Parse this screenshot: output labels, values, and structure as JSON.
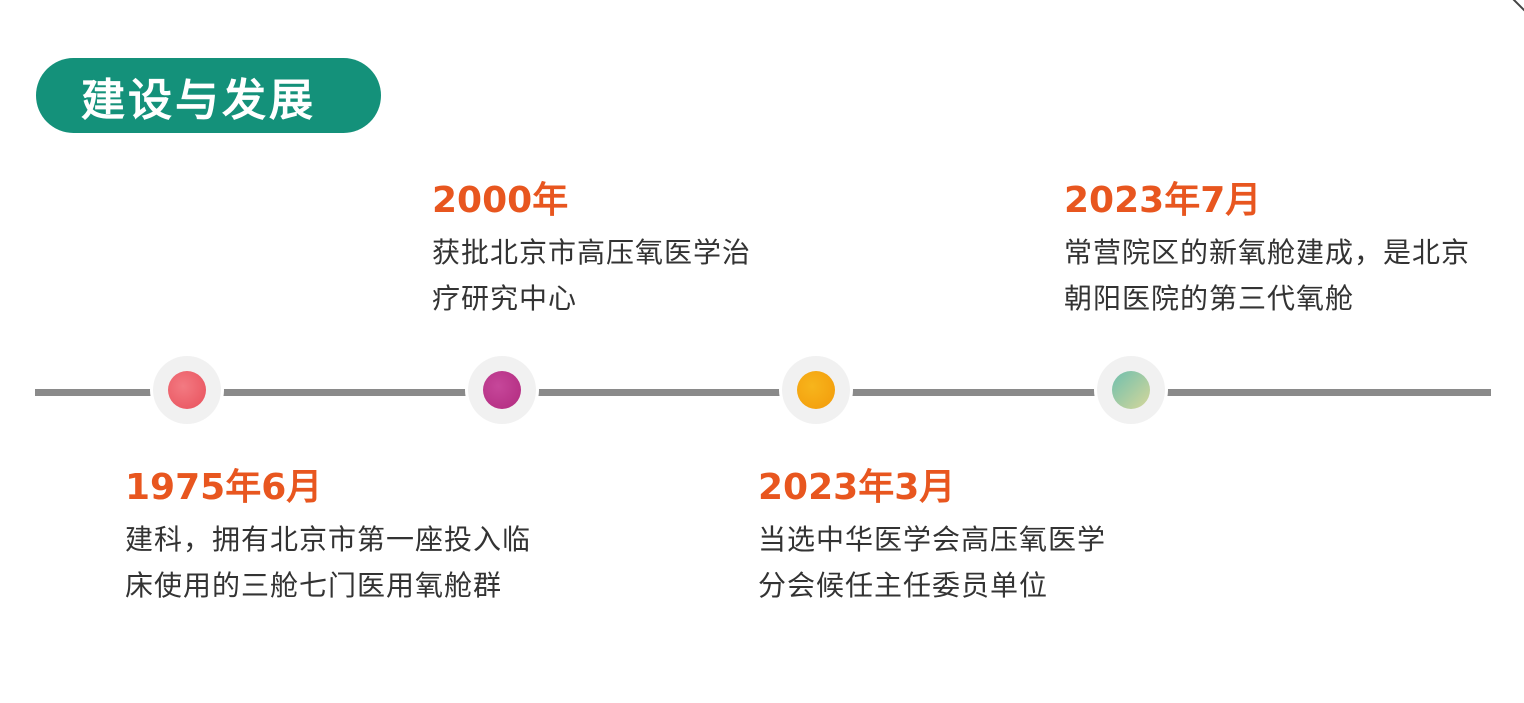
{
  "header": {
    "title": "建设与发展"
  },
  "colors": {
    "accent": "#14917a",
    "date": "#e8561f",
    "line": "#8a8a8a"
  },
  "timeline": {
    "events": [
      {
        "date": "1975年6月",
        "lines": [
          "建科，拥有北京市第一座投入临",
          "床使用的三舱七门医用氧舱群"
        ]
      },
      {
        "date": "2000年",
        "lines": [
          "获批北京市高压氧医学治",
          "疗研究中心"
        ]
      },
      {
        "date": "2023年3月",
        "lines": [
          "当选中华医学会高压氧医学",
          "分会候任主任委员单位"
        ]
      },
      {
        "date": "2023年7月",
        "lines": [
          "常营院区的新氧舱建成，是北京",
          "朝阳医院的第三代氧舱"
        ]
      }
    ]
  }
}
